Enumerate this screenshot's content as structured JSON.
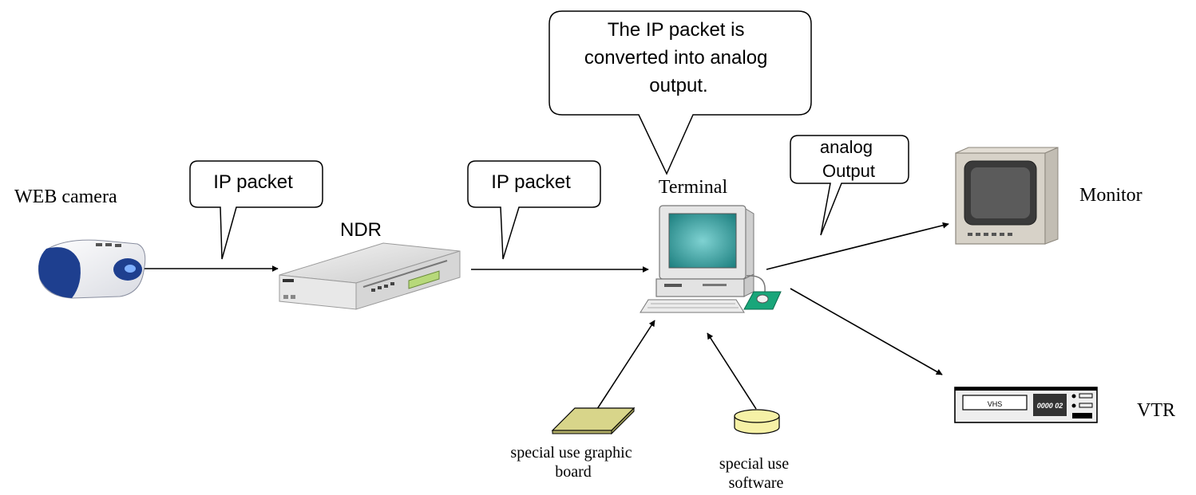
{
  "nodes": {
    "web_camera": "WEB camera",
    "ndr": "NDR",
    "terminal": "Terminal",
    "monitor": "Monitor",
    "vtr": "VTR",
    "graphic_board": [
      "special use graphic",
      "board"
    ],
    "software": [
      "special use",
      "software"
    ]
  },
  "callouts": {
    "ip_packet_1": [
      "IP packet"
    ],
    "ip_packet_2": [
      "IP packet"
    ],
    "conversion": [
      "The IP packet is",
      "converted into analog",
      "output."
    ],
    "analog_output": [
      "analog",
      "Output"
    ]
  },
  "devices": {
    "vtr_tape_label": "VHS",
    "vtr_counter": "0000 02"
  },
  "colors": {
    "camera_blue": "#1e3f8f",
    "screen_teal": "#2fa3a3",
    "board_fill": "#d8d58a",
    "disc_fill": "#f6f1a6",
    "mouse_pad": "#19a67a",
    "arrow": "#000000"
  },
  "icons": {
    "web_camera": "web-camera-icon",
    "ndr": "ndr-recorder-icon",
    "terminal": "computer-icon",
    "monitor": "crt-monitor-icon",
    "vtr": "vcr-icon",
    "graphic_board": "graphic-board-icon",
    "software": "software-disc-icon"
  }
}
